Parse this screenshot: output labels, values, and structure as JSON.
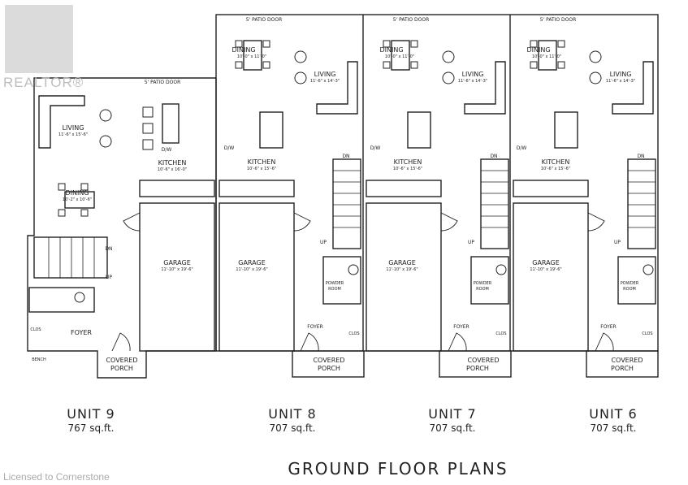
{
  "watermark": {
    "logo_text": "REALTOR®",
    "license_text": "Licensed to Cornerstone"
  },
  "page_title": "GROUND FLOOR PLANS",
  "units": [
    {
      "name": "UNIT 9",
      "sqft": "767 sq.ft."
    },
    {
      "name": "UNIT 8",
      "sqft": "707 sq.ft."
    },
    {
      "name": "UNIT 7",
      "sqft": "707 sq.ft."
    },
    {
      "name": "UNIT 6",
      "sqft": "707 sq.ft."
    }
  ],
  "rooms": {
    "patio_door": "5' PATIO DOOR",
    "dining": "DINING",
    "dining_dim": "10'-0\" x 11'-0\"",
    "dining_dim_u9": "10'-2\" x 10'-6\"",
    "living": "LIVING",
    "living_dim": "11'-6\" x 14'-3\"",
    "living_dim_u9": "11'-6\" x 15'-6\"",
    "kitchen": "KITCHEN",
    "kitchen_dim": "10'-6\" x 15'-6\"",
    "kitchen_dim_u9": "10'-6\" x 16'-0\"",
    "dw": "D/W",
    "garage": "GARAGE",
    "garage_dim": "11'-10\" x 19'-6\"",
    "foyer": "FOYER",
    "covered_porch_1": "COVERED",
    "covered_porch_2": "PORCH",
    "powder_room_1": "POWDER",
    "powder_room_2": "ROOM",
    "clos": "CLOS",
    "bench": "BENCH",
    "dn": "DN",
    "up": "UP"
  }
}
